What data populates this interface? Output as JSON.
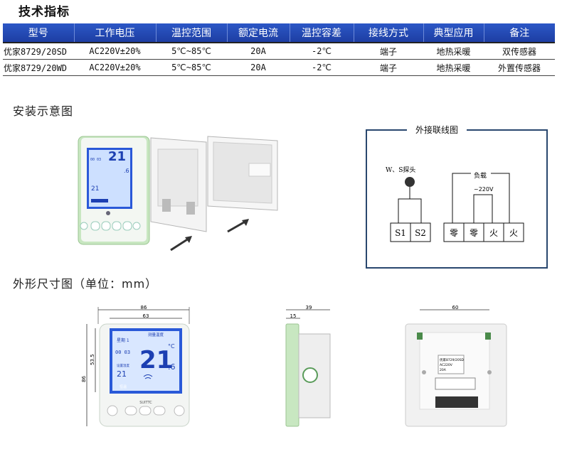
{
  "title": "技术指标",
  "table": {
    "headers": [
      "型号",
      "工作电压",
      "温控范围",
      "额定电流",
      "温控容差",
      "接线方式",
      "典型应用",
      "备注"
    ],
    "rows": [
      [
        "优家8729/20SD",
        "AC220V±20%",
        "5℃~85℃",
        "20A",
        "-2℃",
        "端子",
        "地热采暖",
        "双传感器"
      ],
      [
        "优家8729/20WD",
        "AC220V±20%",
        "5℃~85℃",
        "20A",
        "-2℃",
        "端子",
        "地热采暖",
        "外置传感器"
      ]
    ]
  },
  "install": {
    "heading": "安装示意图"
  },
  "wiring": {
    "title": "外接联线图",
    "probe_label": "W、S探头",
    "load_label": "负载",
    "voltage_label": "~220V",
    "terminals": [
      "S1",
      "S2",
      "零",
      "零",
      "火",
      "火"
    ]
  },
  "dims": {
    "heading": "外形尺寸图（单位：mm）",
    "front": {
      "width_outer": "86",
      "width_inner": "63",
      "height_outer": "86",
      "height_inner": "53.5"
    },
    "side": {
      "depth_a": "15",
      "depth_b": "39"
    },
    "back": {
      "width": "60"
    }
  },
  "display": {
    "week": "星期 1",
    "time": "00 03",
    "temp": "21",
    "decimal": ".6",
    "unit": "°C",
    "set_label": "设置温度",
    "measure_label": "测量温度",
    "set_temp": "21",
    "mode": "恒温",
    "brand": "SUITTC"
  },
  "back_label": {
    "model": "优家8729/20SD",
    "voltage": "AC220V",
    "current": "20A"
  },
  "colors": {
    "header_blue": "#2447b5",
    "frame_navy": "#29476e",
    "lcd_blue": "#2a59d8",
    "bezel_green": "#c8e7c1"
  }
}
